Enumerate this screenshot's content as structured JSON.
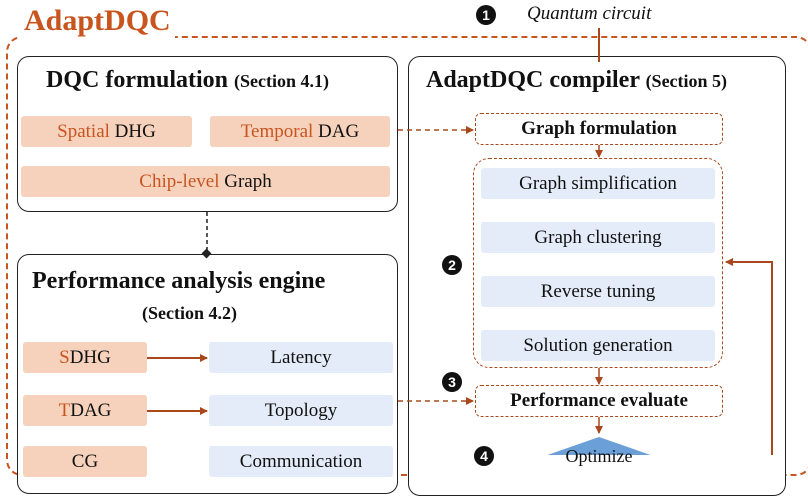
{
  "outer": {
    "title": "AdaptDQC"
  },
  "input": {
    "step": "1",
    "label": "Quantum circuit"
  },
  "formulation": {
    "title": "DQC formulation",
    "section": "(Section 4.1)",
    "items": [
      {
        "prefix": "Spatial",
        "suffix": " DHG"
      },
      {
        "prefix": "Temporal",
        "suffix": " DAG"
      },
      {
        "prefix": "Chip-level",
        "suffix": " Graph"
      }
    ]
  },
  "engine": {
    "title": "Performance analysis engine",
    "section": "(Section 4.2)",
    "rows": [
      {
        "prefix": "S",
        "suffix": "DHG",
        "metric": "Latency"
      },
      {
        "prefix": "T",
        "suffix": "DAG",
        "metric": "Topology"
      },
      {
        "prefix": "",
        "suffix": "CG",
        "metric": "Communication"
      }
    ]
  },
  "compiler": {
    "title": "AdaptDQC compiler",
    "section": "(Section 5)",
    "graph_formulation": "Graph formulation",
    "loop_step": "2",
    "loop_items": [
      "Graph simplification",
      "Graph clustering",
      "Reverse tuning",
      "Solution generation"
    ],
    "eval_step": "3",
    "performance_evaluate": "Performance evaluate",
    "decision_step": "4",
    "decision_label": "Optimize"
  },
  "colors": {
    "accent": "#c8541e",
    "pill": "#f6d2bc",
    "blue_box": "#e3ecf8",
    "decision": "#6a9fd8"
  }
}
